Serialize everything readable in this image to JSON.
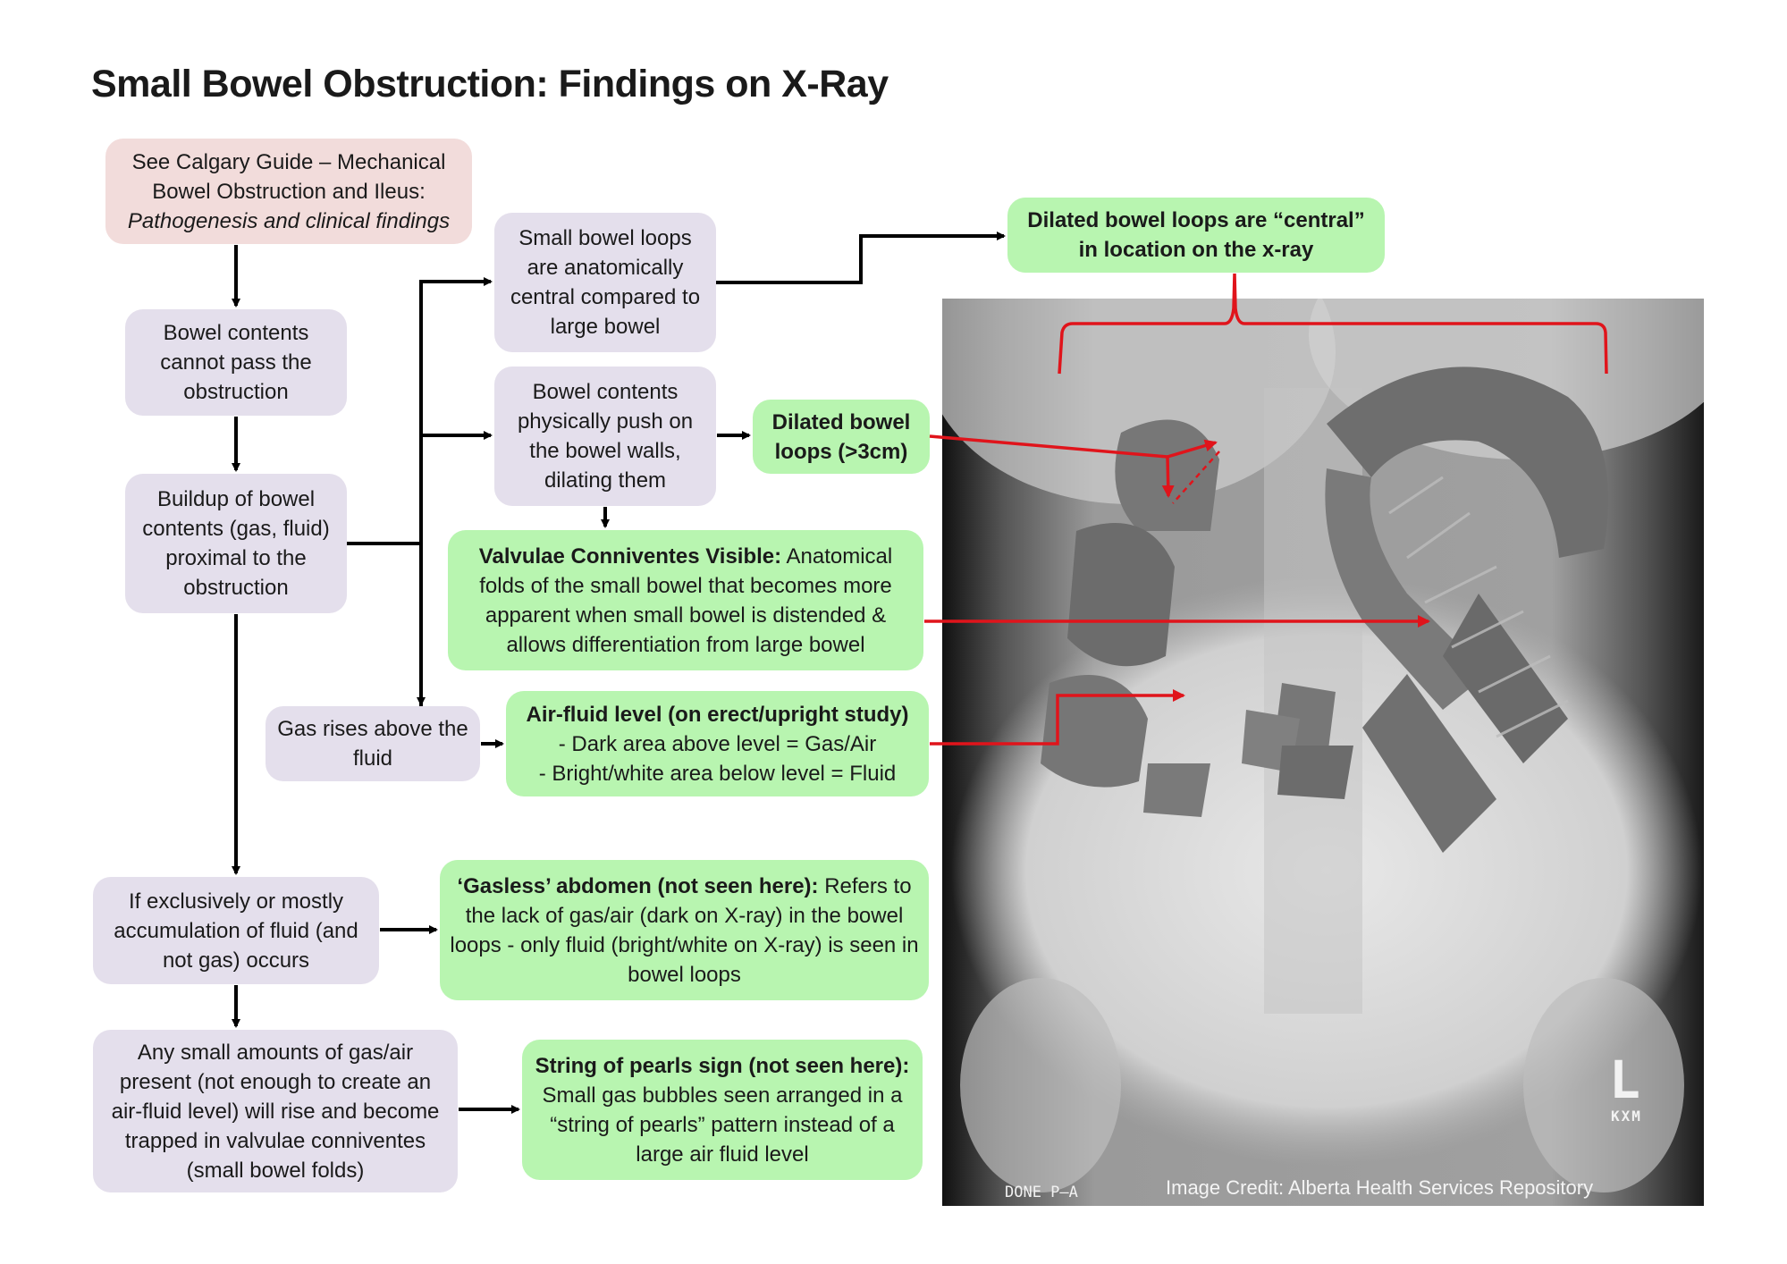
{
  "title": "Small Bowel Obstruction: Findings on X-Ray",
  "colors": {
    "pink_box": "#f2dcdb",
    "lavender_box": "#e4dfec",
    "green_box": "#b8f5b0",
    "annotation_red": "#e0141b",
    "arrow_black": "#000000"
  },
  "boxes": {
    "calgary": {
      "line1": "See Calgary Guide – Mechanical",
      "line2": "Bowel Obstruction and Ileus:",
      "line3": "Pathogenesis and clinical findings"
    },
    "cannot_pass": "Bowel contents cannot pass the obstruction",
    "buildup": "Buildup of bowel contents (gas, fluid) proximal to the obstruction",
    "central": "Small bowel loops are anatomically central compared to large bowel",
    "push": "Bowel contents physically push on the bowel walls, dilating them",
    "gas_rises": "Gas rises above the fluid",
    "fluid_only": "If exclusively or mostly accumulation of fluid (and not gas) occurs",
    "small_gas": "Any small amounts of gas/air present (not enough to create an air-fluid level) will rise and become trapped in valvulae conniventes (small bowel folds)"
  },
  "findings": {
    "central_finding": "Dilated bowel loops are “central” in location on the x-ray",
    "dilated": "Dilated bowel loops (>3cm)",
    "valvulae": {
      "heading": "Valvulae Conniventes Visible:",
      "text": " Anatomical folds of the small bowel that becomes more apparent when small bowel is distended & allows differentiation from large bowel"
    },
    "air_fluid": {
      "heading": "Air-fluid level (on erect/upright study)",
      "line1": "- Dark area above level = Gas/Air",
      "line2": "- Bright/white area below level = Fluid"
    },
    "gasless": {
      "heading": "‘Gasless’ abdomen (not seen here):",
      "text": " Refers to the lack of gas/air (dark on X-ray) in the bowel loops - only fluid (bright/white on X-ray) is seen in bowel loops"
    },
    "pearls": {
      "heading": "String of pearls sign (not seen here):",
      "text": " Small gas bubbles seen arranged in a “string of pearls” pattern instead of a large air fluid level"
    }
  },
  "xray": {
    "marker_letter": "L",
    "marker_initials": "KXM",
    "view_label": "DONE  P–A",
    "credit": "Image Credit: Alberta Health Services Repository"
  }
}
